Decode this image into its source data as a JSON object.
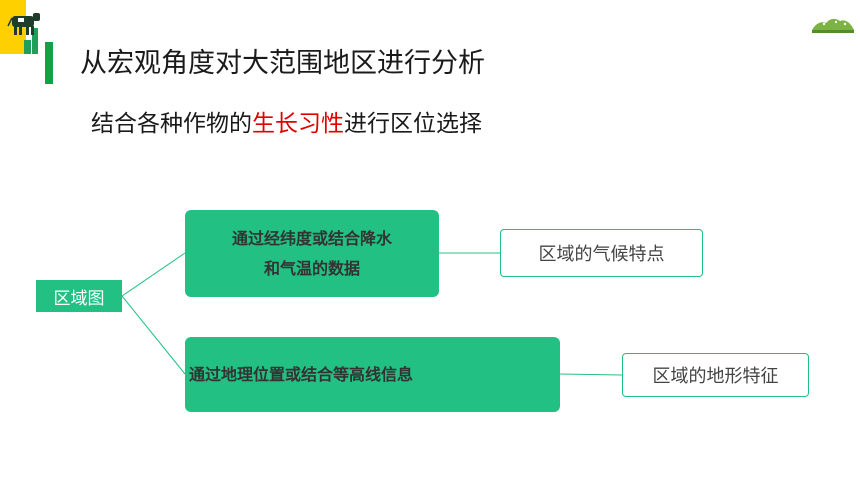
{
  "title": "从宏观角度对大范围地区进行分析",
  "subtitle": {
    "prefix": "结合各种作物的",
    "highlight": "生长习性",
    "suffix": "进行区位选择"
  },
  "mindmap": {
    "root": "区域图",
    "branches": [
      {
        "method_line1": "通过经纬度或结合降水",
        "method_line2": "和气温的数据",
        "result": "区域的气候特点"
      },
      {
        "method": "通过地理位置或结合等高线信息",
        "result": "区域的地形特征"
      }
    ]
  },
  "colors": {
    "accent_green": "#22c083",
    "title_bar": "#14a046",
    "highlight_red": "#e00000",
    "corner_yellow": "#ffd000"
  },
  "icons": [
    "cow-icon",
    "hill-icon"
  ]
}
